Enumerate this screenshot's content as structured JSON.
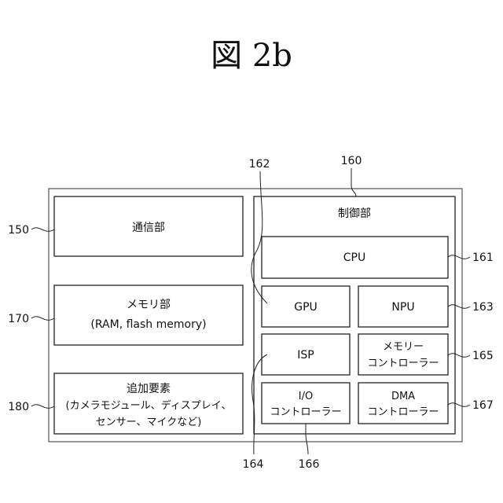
{
  "figure": {
    "title": "図 2b"
  },
  "device": {
    "comm_unit": "通信部",
    "memory_unit": {
      "line1": "メモリ部",
      "line2": "(RAM, flash memory)"
    },
    "additional": {
      "line1": "追加要素",
      "line2": "(カメラモジュール、ディスプレイ、",
      "line3": "センサー、マイクなど)"
    },
    "control_unit": {
      "title": "制御部",
      "cpu": "CPU",
      "gpu": "GPU",
      "npu": "NPU",
      "isp": "ISP",
      "mem_ctrl": {
        "line1": "メモリー",
        "line2": "コントローラー"
      },
      "io_ctrl": {
        "line1": "I/O",
        "line2": "コントローラー"
      },
      "dma_ctrl": {
        "line1": "DMA",
        "line2": "コントローラー"
      }
    }
  },
  "refs": {
    "r150": "150",
    "r160": "160",
    "r161": "161",
    "r162": "162",
    "r163": "163",
    "r164": "164",
    "r165": "165",
    "r166": "166",
    "r167": "167",
    "r170": "170",
    "r180": "180"
  }
}
